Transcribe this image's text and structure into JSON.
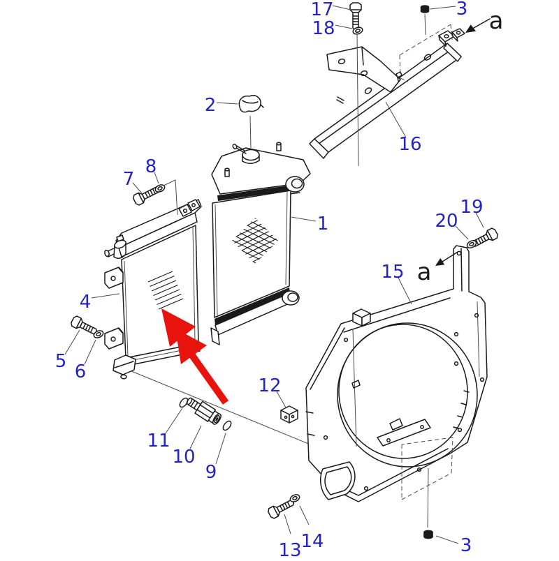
{
  "colors": {
    "background": "#ffffff",
    "ink": "#1a1a1a",
    "guide": "#4a4a4a",
    "label-blue": "#2323c3",
    "arrow-red": "#e8130d"
  },
  "callouts": {
    "c1": "1",
    "c2": "2",
    "c3_top": "3",
    "c3_bottom": "3",
    "c4": "4",
    "c5": "5",
    "c6": "6",
    "c7": "7",
    "c8": "8",
    "c9": "9",
    "c10": "10",
    "c11": "11",
    "c12": "12",
    "c13": "13",
    "c14": "14",
    "c15": "15",
    "c16": "16",
    "c17": "17",
    "c18": "18",
    "c19": "19",
    "c20": "20",
    "a_top": "a",
    "a_mid": "a"
  }
}
